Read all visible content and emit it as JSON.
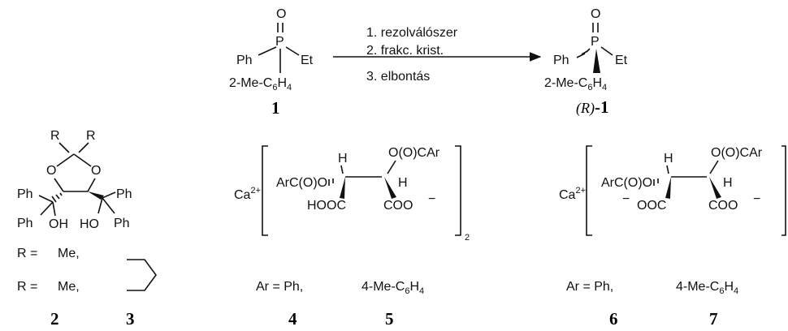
{
  "reaction": {
    "steps": [
      "1. rezolválószer",
      "2. frakc. krist.",
      "3. elbontás"
    ],
    "reactant": {
      "oxygen": "O",
      "phosphorus": "P",
      "phenyl": "Ph",
      "ethyl": "Et",
      "aryl_pre": "2-Me-C",
      "aryl_sub": "6",
      "aryl_h": "H",
      "aryl_h_sub": "4",
      "label": "1"
    },
    "product": {
      "oxygen": "O",
      "phosphorus": "P",
      "phenyl": "Ph",
      "ethyl": "Et",
      "aryl_pre": "2-Me-C",
      "aryl_sub": "6",
      "aryl_h": "H",
      "aryl_h_sub": "4",
      "descriptor": "(R)",
      "label_suffix": "-1"
    }
  },
  "taddol": {
    "r1": "R",
    "r2": "R",
    "o1": "O",
    "o2": "O",
    "ph_tl": "Ph",
    "ph_bl": "Ph",
    "oh_l": "OH",
    "ho_r": "HO",
    "ph_tr": "Ph",
    "ph_br": "Ph",
    "rows": [
      {
        "label": "R =",
        "value": "Me,"
      },
      {
        "label": "R =",
        "value": "Me,"
      }
    ],
    "compound_labels": [
      "2",
      "3"
    ]
  },
  "salt_a": {
    "cation": "Ca",
    "charge": "2+",
    "h_top": "H",
    "acyl_right": "O(O)CAr",
    "acyl_left": "ArC(O)O",
    "h_right": "H",
    "cooh_left": "HOOC",
    "coo_right": "COO",
    "minus": "−",
    "multiplier": "2",
    "ar_label": "Ar = Ph,",
    "ar_alt": "4-Me-C",
    "ar_alt_sub": "6",
    "ar_alt_h": "H",
    "ar_alt_h_sub": "4",
    "compound_labels": [
      "4",
      "5"
    ]
  },
  "salt_b": {
    "cation": "Ca",
    "charge": "2+",
    "h_top": "H",
    "acyl_right": "O(O)CAr",
    "acyl_left": "ArC(O)O",
    "h_right": "H",
    "coo_left_minus": "−",
    "coo_left": "OOC",
    "coo_right": "COO",
    "minus": "−",
    "ar_label": "Ar = Ph,",
    "ar_alt": "4-Me-C",
    "ar_alt_sub": "6",
    "ar_alt_h": "H",
    "ar_alt_h_sub": "4",
    "compound_labels": [
      "6",
      "7"
    ]
  }
}
